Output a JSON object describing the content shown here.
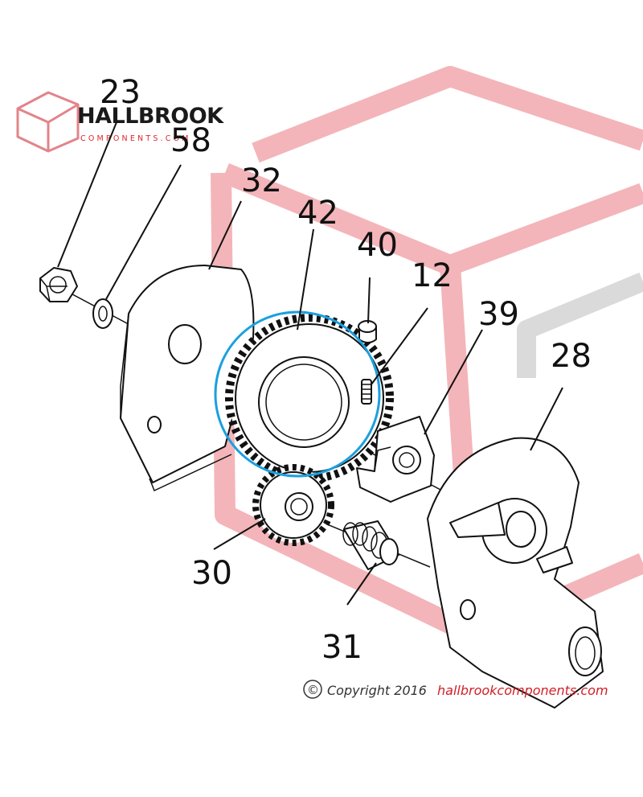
{
  "brand": {
    "name": "HALLBROOK",
    "sub": "COMPONENTS.COM",
    "box_color": "#e2848a",
    "accent": "#e0242c"
  },
  "watermark": {
    "color": "#f3b5b9"
  },
  "highlight": {
    "color": "#1aa0e0",
    "target": "42"
  },
  "callouts": {
    "p23": "23",
    "p58": "58",
    "p32": "32",
    "p42": "42",
    "p40": "40",
    "p12": "12",
    "p39": "39",
    "p28": "28",
    "p30": "30",
    "p31": "31"
  },
  "copyright": {
    "symbol": "©",
    "text": "Copyright 2016",
    "site": "hallbrookcomponents.com"
  }
}
